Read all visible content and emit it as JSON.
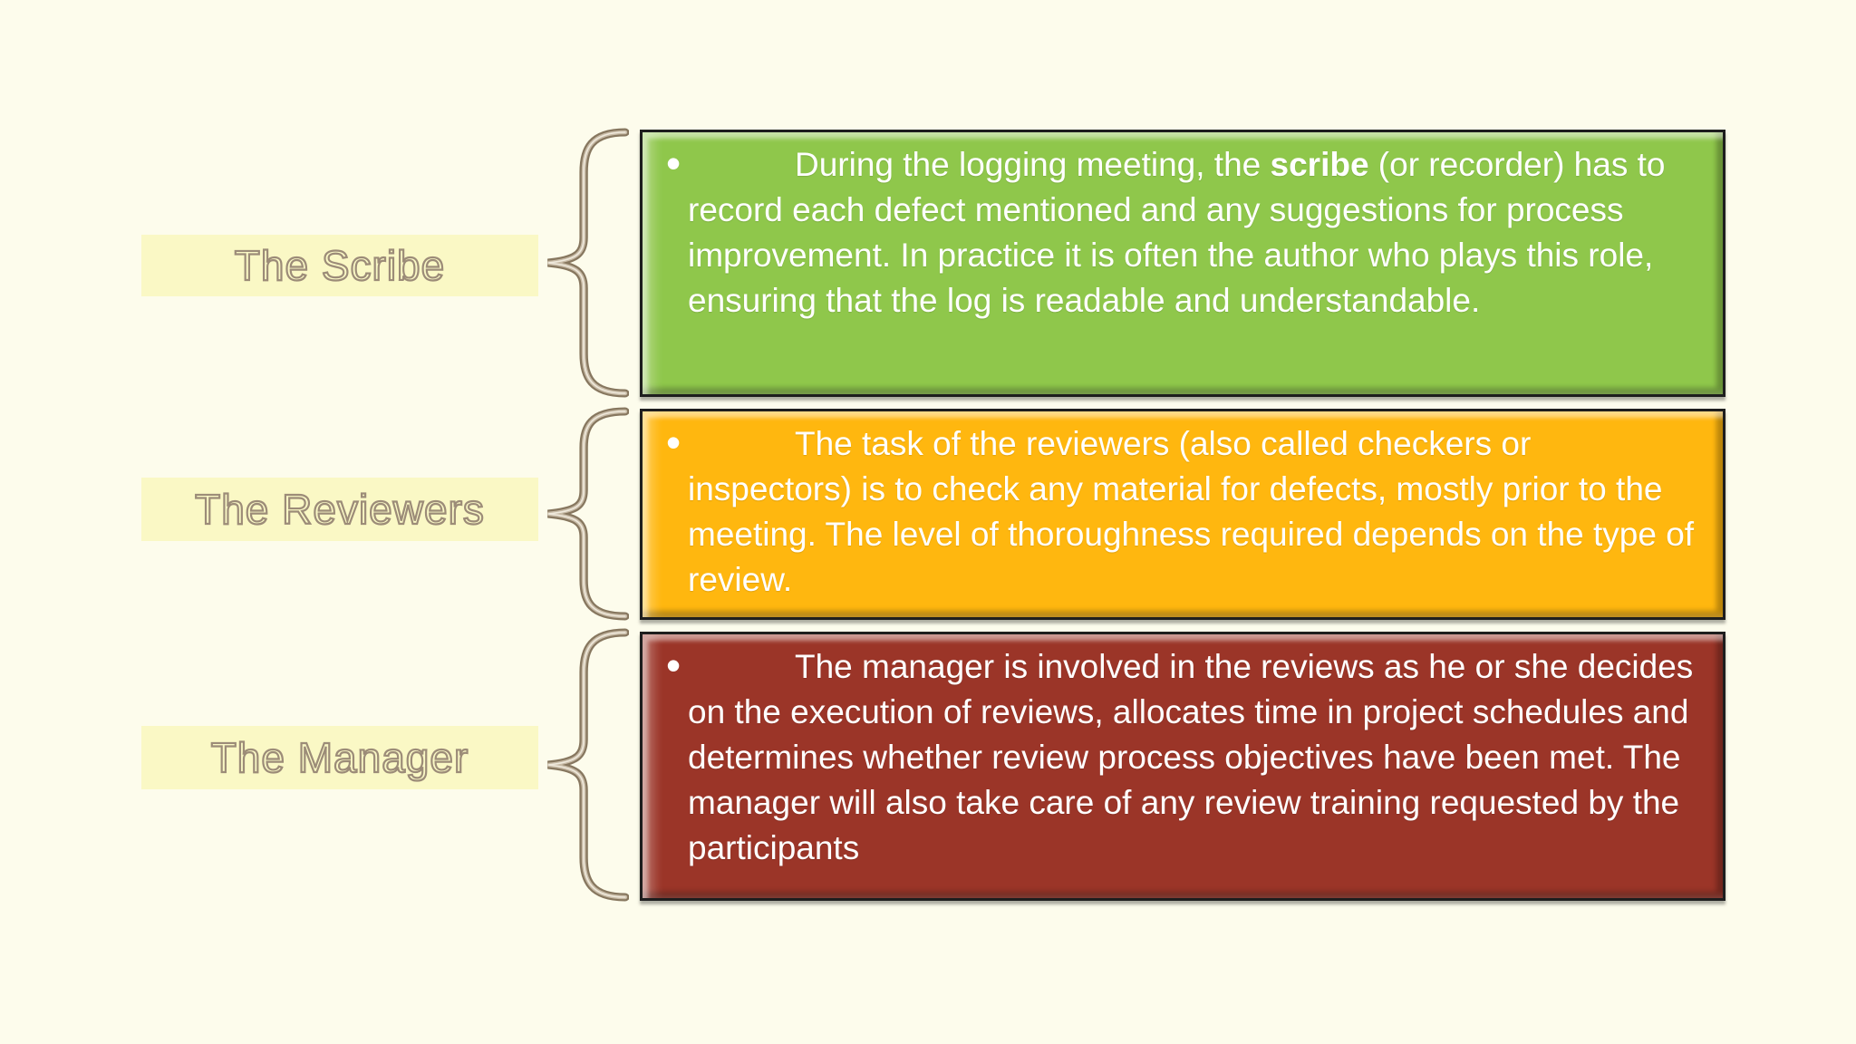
{
  "slide": {
    "background_color": "#FDFCEC",
    "label_fill_color": "#FAF8C5",
    "label_outline_color": "#9C8C78",
    "brace_color": "#87775F",
    "text_color": "#FFFFFF",
    "box_border_color": "#1E1E1E"
  },
  "rows": [
    {
      "id": "scribe",
      "label": "The Scribe",
      "box_color": "#8FC74B",
      "bullet": "•",
      "text_before_bold": "During the logging meeting, the ",
      "text_bold": "scribe",
      "text_after_bold": " (or recorder) has to record each defect mentioned and any suggestions for process improvement. In practice it is often the author who plays this role, ensuring that the log is readable and understandable."
    },
    {
      "id": "reviewers",
      "label": "The Reviewers",
      "box_color": "#FFB70F",
      "bullet": "•",
      "text_before_bold": "The task of the reviewers (also called checkers or inspectors) is to check any material for defects, mostly prior to the meeting. The level of thoroughness required depends on the type of review.",
      "text_bold": "",
      "text_after_bold": ""
    },
    {
      "id": "manager",
      "label": "The Manager",
      "box_color": "#9B3528",
      "bullet": "•",
      "text_before_bold": "The manager is involved in the reviews as he or she decides on the execution of reviews, allocates time in project schedules and determines whether review process objectives have been met. The manager will also take care of any review training requested by the participants",
      "text_bold": "",
      "text_after_bold": ""
    }
  ]
}
